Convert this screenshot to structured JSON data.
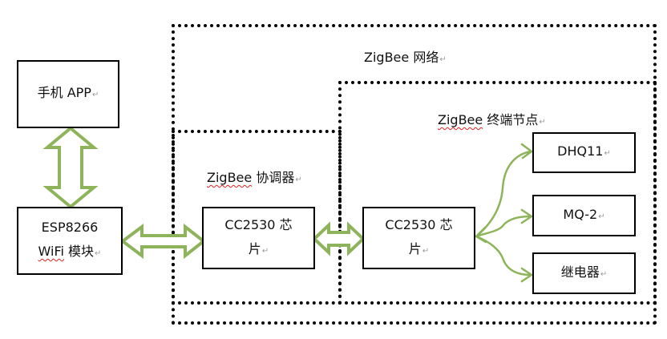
{
  "colors": {
    "arrow": "#8db45a",
    "connector": "#8db45a",
    "box_border": "#000000",
    "group_border": "#000000",
    "spellcheck": "#e02020"
  },
  "groups": {
    "network": {
      "title_word": "ZigBee",
      "title_rest": " 网络"
    },
    "coordinator": {
      "title_word": "ZigBee",
      "title_rest": " 协调器"
    },
    "end_node": {
      "title_word": "ZigBee",
      "title_rest": " 终端节点"
    }
  },
  "nodes": {
    "phone_app": {
      "line1": "手机 APP"
    },
    "esp8266": {
      "line1": "ESP8266",
      "line2_word": "WiFi",
      "line2_rest": " 模块"
    },
    "cc2530_coord": {
      "line1": "CC2530 芯",
      "line2": "片"
    },
    "cc2530_end": {
      "line1": "CC2530 芯",
      "line2": "片"
    },
    "dhq11": {
      "line1": "DHQ11"
    },
    "mq2": {
      "line1": "MQ-2"
    },
    "relay": {
      "line1": "继电器"
    }
  },
  "paragraph_mark": "↵",
  "edges": [
    {
      "from": "phone_app",
      "to": "esp8266",
      "type": "bidirectional-block-arrow"
    },
    {
      "from": "esp8266",
      "to": "cc2530_coord",
      "type": "bidirectional-block-arrow"
    },
    {
      "from": "cc2530_coord",
      "to": "cc2530_end",
      "type": "bidirectional-block-arrow"
    },
    {
      "from": "cc2530_end",
      "to": "dhq11",
      "type": "curved-bidirectional-arrow"
    },
    {
      "from": "cc2530_end",
      "to": "mq2",
      "type": "curved-bidirectional-arrow"
    },
    {
      "from": "cc2530_end",
      "to": "relay",
      "type": "curved-bidirectional-arrow"
    }
  ]
}
